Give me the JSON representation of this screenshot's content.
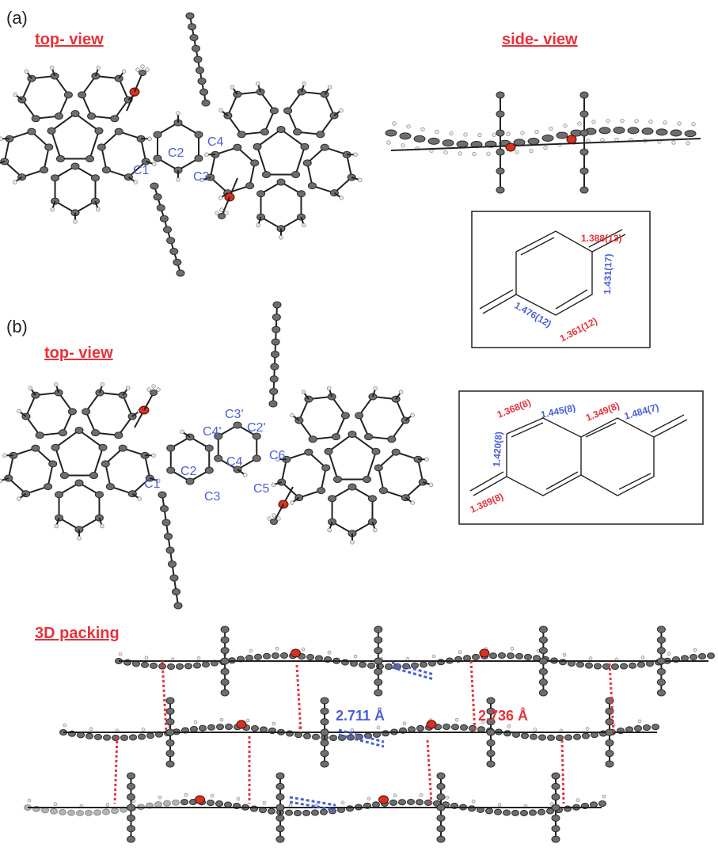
{
  "panels": {
    "a": {
      "letter": "(a)",
      "top_view_label": "top- view",
      "side_view_label": "side- view",
      "atom_labels": [
        "C1",
        "C2",
        "C3",
        "C4"
      ],
      "bond_box": {
        "bonds": [
          {
            "text": "1.388(13)",
            "color": "red"
          },
          {
            "text": "1.431(17)",
            "color": "blue"
          },
          {
            "text": "1.476(12)",
            "color": "blue"
          },
          {
            "text": "1.361(12)",
            "color": "red"
          }
        ]
      }
    },
    "b": {
      "letter": "(b)",
      "top_view_label": "top- view",
      "atom_labels": [
        "C1",
        "C2",
        "C3",
        "C4",
        "C4'",
        "C3'",
        "C2'",
        "C6",
        "C5"
      ],
      "bond_box": {
        "bonds": [
          {
            "text": "1.368(8)",
            "color": "red"
          },
          {
            "text": "1.445(8)",
            "color": "blue"
          },
          {
            "text": "1.349(8)",
            "color": "red"
          },
          {
            "text": "1.484(7)",
            "color": "blue"
          },
          {
            "text": "1.420(8)",
            "color": "blue"
          },
          {
            "text": "1.389(8)",
            "color": "red"
          }
        ]
      }
    },
    "packing": {
      "label": "3D packing",
      "distances": [
        {
          "text": "2.711 Å",
          "color": "blue"
        },
        {
          "text": "2.736 Å",
          "color": "red"
        }
      ]
    }
  },
  "colors": {
    "accent_red": "#e5333b",
    "accent_blue": "#4a5fd6",
    "carbon": "#6e6e6e",
    "oxygen": "#d9301f",
    "hydrogen": "#e8e8e8"
  }
}
